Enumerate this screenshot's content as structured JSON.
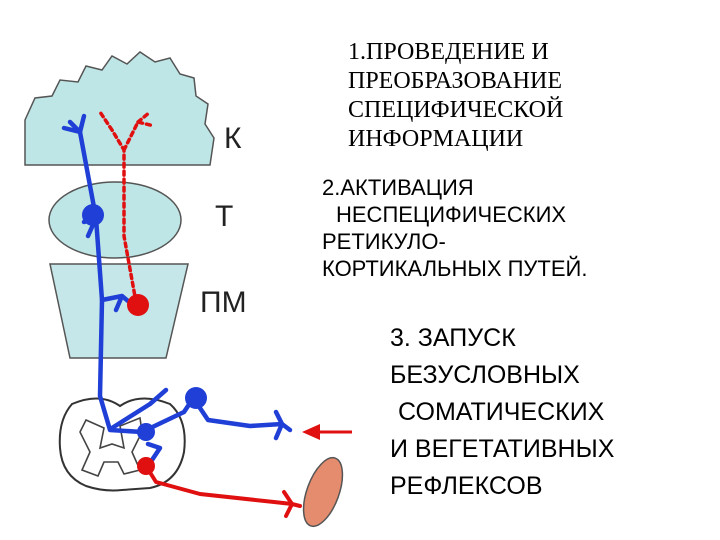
{
  "labels": {
    "cortex": "К",
    "thalamus": "Т",
    "medulla": "ПМ"
  },
  "points": [
    {
      "lines": [
        "1.ПРОВЕДЕНИЕ И",
        "ПРЕОБРАЗОВАНИЕ",
        "СПЕЦИФИЧЕСКОЙ",
        "ИНФОРМАЦИИ"
      ]
    },
    {
      "lines": [
        "2.АКТИВАЦИЯ",
        "НЕСПЕЦИФИЧЕСКИХ",
        "РЕТИКУЛО-",
        "КОРТИКАЛЬНЫХ ПУТЕЙ."
      ]
    },
    {
      "lines": [
        "3. ЗАПУСК",
        "БЕЗУСЛОВНЫХ",
        "СОМАТИЧЕСКИХ",
        "И ВЕГЕТАТИВНЫХ",
        "РЕФЛЕКСОВ"
      ]
    }
  ],
  "colors": {
    "cortex_fill": "#bfe6e6",
    "thalamus_fill": "#bfe6e6",
    "medulla_fill": "#c6e7e9",
    "specific_pathway": "#1f3fd6",
    "nonspecific_pathway": "#e01010",
    "muscle_fill": "#e58c6e"
  }
}
